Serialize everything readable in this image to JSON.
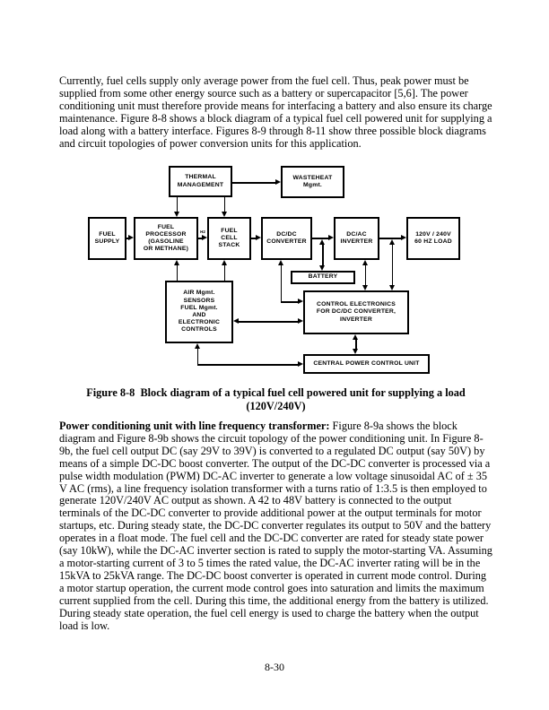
{
  "content": {
    "paragraph1": "Currently, fuel cells supply only average power from the fuel cell. Thus, peak power must be supplied from some other energy source such as a battery or supercapacitor [5,6]. The power conditioning unit must therefore provide means for interfacing a battery and also ensure its charge maintenance. Figure 8-8 shows a block diagram of a typical fuel cell powered unit for supplying a load along with a battery interface. Figures 8-9 through 8-11 show three possible block diagrams and circuit topologies of power conversion units for this application.",
    "figure_caption": "Figure 8-8  Block diagram of a typical fuel cell powered unit for supplying a load\n(120V/240V)",
    "paragraph2_lead": "Power conditioning unit with line frequency transformer:",
    "paragraph2_body": " Figure 8-9a shows the block diagram and Figure 8-9b shows the circuit topology of the power conditioning unit. In Figure 8-9b, the fuel cell output DC (say 29V to 39V) is converted to a regulated DC output (say 50V) by means of a simple DC-DC boost converter. The output of the DC-DC converter is processed via a pulse width modulation (PWM) DC-AC inverter to generate a low voltage sinusoidal AC of ± 35 V AC (rms), a line frequency isolation transformer with a turns ratio of 1:3.5 is then employed to generate 120V/240V AC output as shown. A 42 to 48V battery is connected to the output terminals of the DC-DC converter to provide additional power at the output terminals for motor startups, etc. During steady state, the DC-DC converter regulates its output to 50V and the battery operates in a float mode. The fuel cell and the DC-DC converter are rated for steady state power (say 10kW), while the DC-AC inverter section is rated to supply the motor-starting VA. Assuming a motor-starting current of 3 to 5 times the rated value, the DC-AC inverter rating will be in the 15kVA to 25kVA range. The DC-DC boost converter is operated in current mode control.  During a motor startup operation, the current mode control goes into saturation and limits the maximum current supplied from the cell.  During this time, the additional energy from the battery is utilized. During steady state operation, the fuel cell energy is used to charge the battery when the output load is low.",
    "page_number": "8-30"
  },
  "diagram": {
    "h2_label": "H2",
    "boxes": {
      "thermal": {
        "label": "THERMAL\nMANAGEMENT"
      },
      "wasteheat": {
        "label": "WASTEHEAT\nMgmt."
      },
      "supply": {
        "label": "FUEL\nSUPPLY"
      },
      "processor": {
        "label": "FUEL\nPROCESSOR\n(GASOLINE\nOR METHANE)"
      },
      "stack": {
        "label": "FUEL\nCELL\nSTACK"
      },
      "dcdc": {
        "label": "DC/DC\nCONVERTER"
      },
      "dcac": {
        "label": "DC/AC\nINVERTER"
      },
      "load": {
        "label": "120V / 240V\n60 HZ LOAD"
      },
      "battery": {
        "label": "BATTERY"
      },
      "control": {
        "label": "CONTROL ELECTRONICS\nFOR DC/DC CONVERTER,\nINVERTER"
      },
      "air": {
        "label": "AIR Mgmt.\nSENSORS\nFUEL Mgmt.\nAND\nELECTRONIC\nCONTROLS"
      },
      "central": {
        "label": "CENTRAL POWER CONTROL UNIT"
      }
    },
    "colors": {
      "ink": "#000000",
      "paper": "#ffffff"
    }
  }
}
